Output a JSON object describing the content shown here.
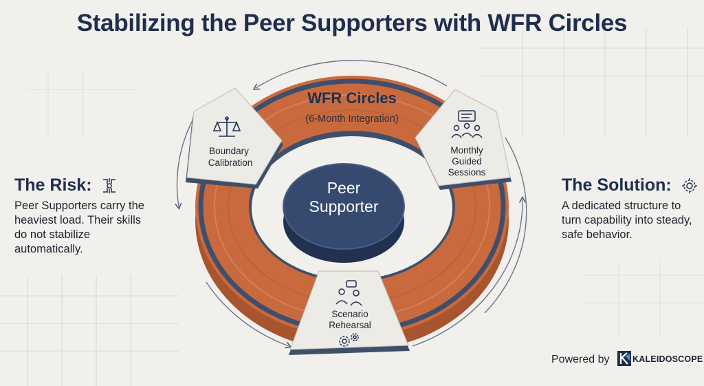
{
  "title": "Stabilizing the Peer Supporters with WFR Circles",
  "risk": {
    "heading": "The Risk:",
    "text": "Peer Supporters carry the heaviest load. Their skills do not stabilize automatically."
  },
  "solution": {
    "heading": "The Solution:",
    "text": "A dedicated structure to turn capability into steady, safe behavior."
  },
  "ring": {
    "title": "WFR Circles",
    "subtitle": "(6-Month Integration)"
  },
  "center": {
    "line1": "Peer",
    "line2": "Supporter"
  },
  "segments": {
    "boundary": {
      "line1": "Boundary",
      "line2": "Calibration",
      "icon": "scales-icon"
    },
    "monthly": {
      "line1": "Monthly",
      "line2": "Guided",
      "line3": "Sessions",
      "icon": "group-chat-icon"
    },
    "scenario": {
      "line1": "Scenario",
      "line2": "Rehearsal",
      "icon": "gears-icon"
    }
  },
  "footer": {
    "powered": "Powered by",
    "brand": "KALEIDOSCOPE"
  },
  "colors": {
    "navy": "#1f2e4f",
    "orange": "#c96a3e",
    "ring_dark": "#3f4f6b",
    "panel": "#ecebe6"
  }
}
